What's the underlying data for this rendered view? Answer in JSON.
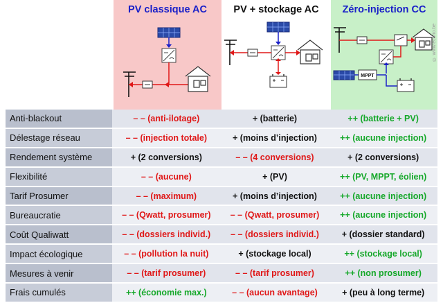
{
  "headers": [
    {
      "title": "PV classique AC"
    },
    {
      "title": "PV + stockage AC"
    },
    {
      "title": "Zéro-injection CC"
    }
  ],
  "diagram_labels": {
    "mppt": "MPPT",
    "watermark": "© www.ecorio.be"
  },
  "colors": {
    "red": "#e01818",
    "green": "#16a82a",
    "black": "#111111",
    "pink_header": "#f8c8c8",
    "green_header": "#c8f0c8",
    "blue_title": "#1a20c8"
  },
  "rows": [
    {
      "label": "Anti-blackout",
      "cells": [
        {
          "text": "– – (anti-ilotage)",
          "tone": "red"
        },
        {
          "text": "+ (batterie)",
          "tone": "blk"
        },
        {
          "text": "++ (batterie + PV)",
          "tone": "grn"
        }
      ]
    },
    {
      "label": "Délestage réseau",
      "cells": [
        {
          "text": "– – (injection totale)",
          "tone": "red"
        },
        {
          "text": "+ (moins d’injection)",
          "tone": "blk"
        },
        {
          "text": "++ (aucune injection)",
          "tone": "grn"
        }
      ]
    },
    {
      "label": "Rendement système",
      "cells": [
        {
          "text": "+ (2 conversions)",
          "tone": "blk"
        },
        {
          "text": "– – (4 conversions)",
          "tone": "red"
        },
        {
          "text": "+ (2 conversions)",
          "tone": "blk"
        }
      ]
    },
    {
      "label": "Flexibilité",
      "cells": [
        {
          "text": "– – (aucune)",
          "tone": "red"
        },
        {
          "text": "+ (PV)",
          "tone": "blk"
        },
        {
          "text": "++ (PV, MPPT, éolien)",
          "tone": "grn"
        }
      ]
    },
    {
      "label": "Tarif Prosumer",
      "cells": [
        {
          "text": "– – (maximum)",
          "tone": "red"
        },
        {
          "text": "+ (moins d’injection)",
          "tone": "blk"
        },
        {
          "text": "++ (aucune injection)",
          "tone": "grn"
        }
      ]
    },
    {
      "label": "Bureaucratie",
      "cells": [
        {
          "text": "– – (Qwatt, prosumer)",
          "tone": "red"
        },
        {
          "text": "– – (Qwatt, prosumer)",
          "tone": "red"
        },
        {
          "text": "++ (aucune injection)",
          "tone": "grn"
        }
      ]
    },
    {
      "label": "Coût Qualiwatt",
      "cells": [
        {
          "text": "– – (dossiers individ.)",
          "tone": "red"
        },
        {
          "text": "– – (dossiers individ.)",
          "tone": "red"
        },
        {
          "text": "+ (dossier standard)",
          "tone": "blk"
        }
      ]
    },
    {
      "label": "Impact écologique",
      "cells": [
        {
          "text": "– – (pollution la nuit)",
          "tone": "red"
        },
        {
          "text": "+ (stockage local)",
          "tone": "blk"
        },
        {
          "text": "++ (stockage local)",
          "tone": "grn"
        }
      ]
    },
    {
      "label": "Mesures à venir",
      "cells": [
        {
          "text": "– – (tarif prosumer)",
          "tone": "red"
        },
        {
          "text": "– – (tarif prosumer)",
          "tone": "red"
        },
        {
          "text": "++ (non prosumer)",
          "tone": "grn"
        }
      ]
    },
    {
      "label": "Frais cumulés",
      "cells": [
        {
          "text": "++ (économie max.)",
          "tone": "grn"
        },
        {
          "text": "– – (aucun avantage)",
          "tone": "red"
        },
        {
          "text": "+ (peu à long terme)",
          "tone": "blk"
        }
      ]
    }
  ]
}
